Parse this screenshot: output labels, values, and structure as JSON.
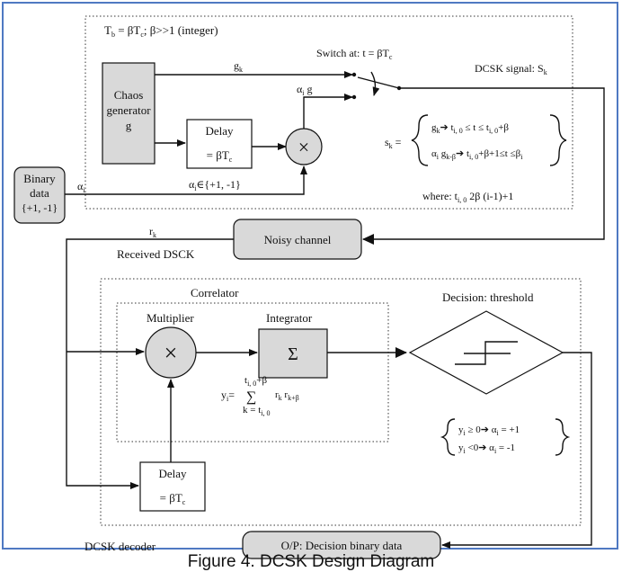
{
  "encoder": {
    "timing_note": "T",
    "timing_note_sub": "b",
    "timing_note_rest": " = βT",
    "timing_note_sub2": "c",
    "timing_note_tail": "; β>>1 (integer)",
    "chaos_line1": "Chaos",
    "chaos_line2": "generator",
    "chaos_line3": "g",
    "delay_label": "Delay",
    "delay_value": "= βT",
    "delay_value_sub": "c",
    "signal_g": "g",
    "signal_g_sub": "k",
    "signal_alpha_g": "α",
    "signal_alpha_g_sub": "i",
    "signal_alpha_g_tail": " g",
    "multiply_symbol": "×",
    "switch_label": "Switch at: t = βT",
    "switch_label_sub": "c",
    "output_label": "DCSK signal: S",
    "output_label_sub": "k",
    "alpha_input": "α",
    "alpha_input_sub": "i",
    "alpha_set": "α",
    "alpha_set_sub": "i",
    "alpha_set_tail": "∈{+1, -1}",
    "sk_lhs": "s",
    "sk_lhs_sub": "k",
    "sk_eq": " =",
    "sk_case1_a": "g",
    "sk_case1_a_sub": "k",
    "sk_case1_b": " t",
    "sk_case1_b_sub": "i, 0",
    "sk_case1_c": " ≤  t ≤  t",
    "sk_case1_c_sub": "i, 0",
    "sk_case1_d": "+β",
    "sk_case2_a": "α",
    "sk_case2_a_sub": "i",
    "sk_case2_b": " g",
    "sk_case2_b_sub": "k-β",
    "sk_case2_c": " t",
    "sk_case2_c_sub": "i, 0",
    "sk_case2_d": "+β+1≤t ≤β",
    "sk_case2_d_sub": "i",
    "where_a": "where: t",
    "where_a_sub": "i, 0",
    "where_b": " 2β  (i-1)+1"
  },
  "binary_data": {
    "line1": "Binary",
    "line2": "data",
    "line3": "{+1, -1}"
  },
  "channel": {
    "label": "Noisy channel",
    "rx_signal": "r",
    "rx_signal_sub": "k",
    "received_label": "Received DSCK"
  },
  "decoder": {
    "correlator_label": "Correlator",
    "multiplier_label": "Multiplier",
    "multiply_symbol": "×",
    "integrator_label": "Integrator",
    "sigma_symbol": "Σ",
    "decision_label": "Decision: threshold",
    "delay_label": "Delay",
    "delay_value": "= βT",
    "delay_value_sub": "c",
    "yi_lhs": "y",
    "yi_lhs_sub": "i",
    "yi_eq": "=",
    "sum_symbol": "∑",
    "sum_top": "t",
    "sum_top_sub": "i, 0",
    "sum_top_tail": "+β",
    "sum_bottom": "k = t",
    "sum_bottom_sub": "i, 0",
    "sum_term": "r",
    "sum_term_sub": "k",
    "sum_term2": " r",
    "sum_term2_sub": "k+β",
    "rule1_a": "y",
    "rule1_a_sub": "i",
    "rule1_b": " ≥ 0",
    "rule1_c": " α",
    "rule1_c_sub": "i",
    "rule1_d": " = +1",
    "rule2_a": "y",
    "rule2_a_sub": "i",
    "rule2_b": " <0",
    "rule2_c": " α",
    "rule2_c_sub": "i",
    "rule2_d": " = -1",
    "decoder_label": "DCSK decoder",
    "output_label": "O/P: Decision binary data"
  },
  "caption": "Figure 4. DCSK Design Diagram"
}
